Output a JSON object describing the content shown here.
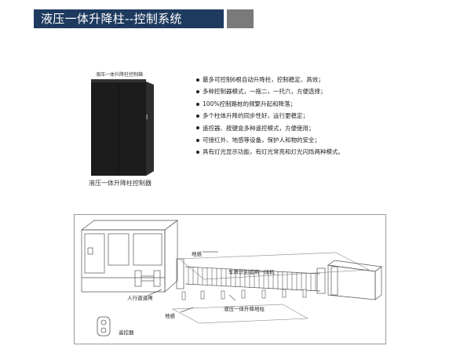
{
  "header": {
    "title": "液压一体升降柱--控制系统"
  },
  "cabinet": {
    "top_label": "液压一体升降柱控制箱",
    "caption": "液压一体升降柱控制器"
  },
  "features": [
    "最多可控制6根自动升降柱，控制稳定、高效；",
    "多种控制器模式，一拖二，一托六，方便选择；",
    "100%控制路桩的频繁升起和降落；",
    "多个柱体升降的同步性好，运行更稳定；",
    "遥控器、按键盒多种遥控模式，方便使用；",
    "可接红外、地感等设备，保护人和物的安全；",
    "具有灯光显示功能，有灯光常亮和灯光闪烁两种模式。"
  ],
  "diagram": {
    "label_ground_sensor_top": "地感",
    "label_plate_gate": "车牌识别道闸一体机",
    "label_pedestrian_gate": "人行道道闸",
    "label_bollards": "液压一体升降地柱",
    "label_ground_sensor_bottom": "地感",
    "label_remote": "遥控器"
  },
  "colors": {
    "header_bg": "#1e3a5f",
    "header_accent_block": "#7a7a7a",
    "cabinet": "#1c1c1c"
  }
}
